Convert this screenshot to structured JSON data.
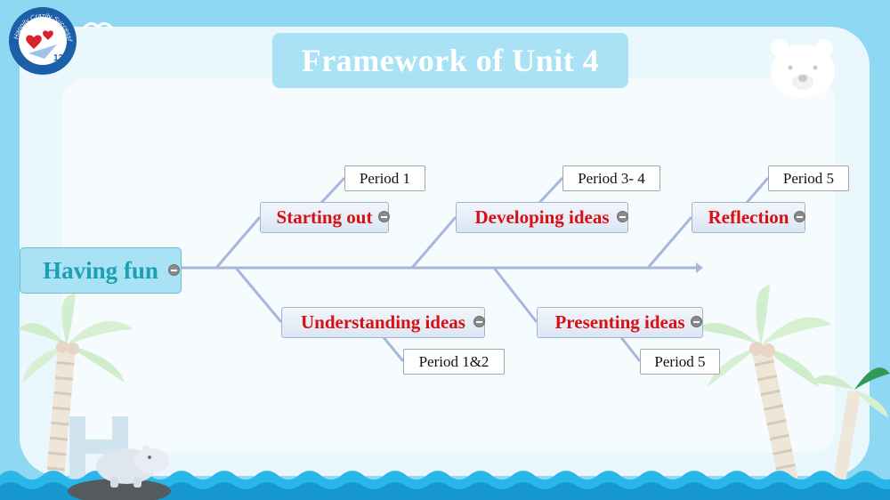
{
  "title": "Framework of Unit 4",
  "root": {
    "label": "Having fun"
  },
  "branches": [
    {
      "label": "Starting out",
      "period": "Period 1"
    },
    {
      "label": "Developing ideas",
      "period": "Period 3- 4"
    },
    {
      "label": "Reflection",
      "period": "Period 5"
    },
    {
      "label": "Understanding ideas",
      "period": "Period 1&2"
    },
    {
      "label": "Presenting ideas",
      "period": "Period 5"
    }
  ],
  "logo": {
    "arc_text": "Happily Crazily Successfully",
    "badge_number": "13"
  },
  "colors": {
    "background": "#8fd8f3",
    "title_box": "#a9e2f5",
    "branch_text": "#d90f12",
    "root_text": "#1b9fb3",
    "connector": "#a5b8dc"
  },
  "icons": [
    "polar-bear-icon",
    "palm-tree-icon",
    "hippo-icon",
    "seagull-icon",
    "water-waves-icon"
  ]
}
